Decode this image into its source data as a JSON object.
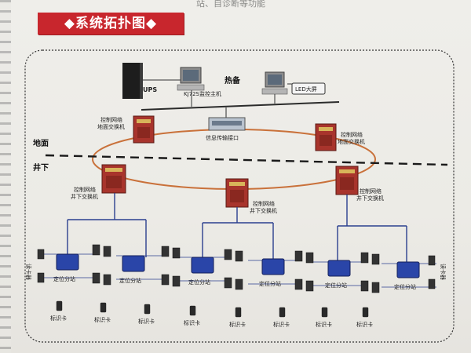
{
  "header": {
    "top_text": "站、自诊断等功能",
    "title": "◆系统拓扑图◆"
  },
  "surface": {
    "ups": "UPS",
    "host": "KJ72S监控主机",
    "hot_standby": "热备",
    "led": "LED大屏",
    "interface": "信息传输接口",
    "switch_left_line1": "控制网络",
    "switch_left_line2": "地面交换机",
    "switch_right_line1": "控制网络",
    "switch_right_line2": "地面交换机"
  },
  "zones": {
    "surface": "地面",
    "underground": "井下"
  },
  "underground": {
    "switch_left_line1": "控制网络",
    "switch_left_line2": "井下交换机",
    "switch_mid_line1": "控制网络",
    "switch_mid_line2": "井下交换机",
    "switch_right_line1": "控制网络",
    "switch_right_line2": "井下交换机",
    "reader_left": "读卡器",
    "reader_right": "读卡器",
    "stations": [
      "定位分站",
      "定位分站",
      "定位分站",
      "定位分站",
      "定位分站",
      "定位分站"
    ],
    "tags": [
      "标识卡",
      "标识卡",
      "标识卡",
      "标识卡",
      "标识卡",
      "标识卡",
      "标识卡",
      "标识卡"
    ]
  },
  "colors": {
    "banner": "#c8262d",
    "ring": "#c9713a",
    "switch": "#a8342c",
    "station": "#2a45a8",
    "link": "#2b3f8f",
    "border": "#333333"
  }
}
